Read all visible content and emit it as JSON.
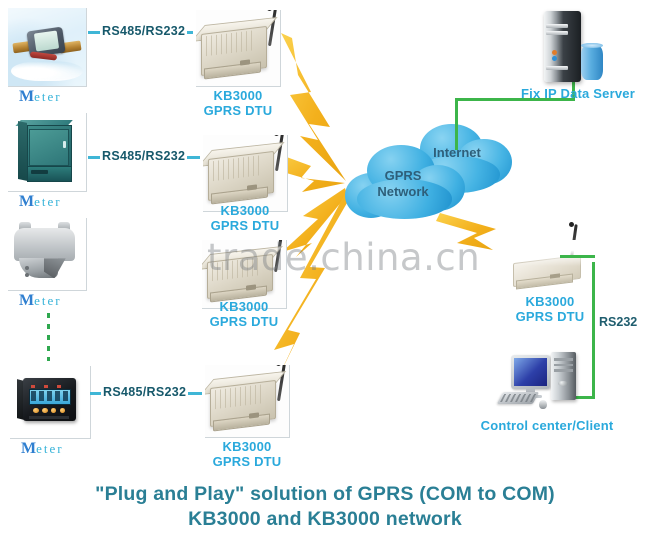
{
  "diagram": {
    "title_line1": "\"Plug and Play\" solution of GPRS (COM to COM)",
    "title_line2": "KB3000 and KB3000 network",
    "watermark": "trade.china.cn",
    "colors": {
      "label_blue": "#2aa9dc",
      "link_cyan": "#3fb6d6",
      "cloud_blue": "#3fb0e2",
      "bolt_yellow": "#f5b921",
      "green_link": "#3cb54a",
      "caption_teal": "#2a7f95"
    }
  },
  "meters": [
    {
      "caption_initial": "M",
      "caption_rest": "eter",
      "kind": "water-meter"
    },
    {
      "caption_initial": "M",
      "caption_rest": "eter",
      "kind": "cabinet-meter"
    },
    {
      "caption_initial": "M",
      "caption_rest": "eter",
      "kind": "gas-meter"
    },
    {
      "caption_initial": "M",
      "caption_rest": "eter",
      "kind": "panel-meter"
    }
  ],
  "serial_links": [
    {
      "text": "RS485/RS232"
    },
    {
      "text": "RS485/RS232"
    },
    {
      "text": "RS485/RS232"
    }
  ],
  "dtus": [
    {
      "line1": "KB3000",
      "line2": "GPRS DTU"
    },
    {
      "line1": "KB3000",
      "line2": "GPRS DTU"
    },
    {
      "line1": "KB3000",
      "line2": "GPRS DTU"
    },
    {
      "line1": "KB3000",
      "line2": "GPRS DTU"
    }
  ],
  "clouds": {
    "internet": "Internet",
    "gprs_line1": "GPRS",
    "gprs_line2": "Network"
  },
  "server": {
    "label": "Fix IP Data Server"
  },
  "control_center": {
    "label": "Control center/Client",
    "link_label": "RS232"
  }
}
